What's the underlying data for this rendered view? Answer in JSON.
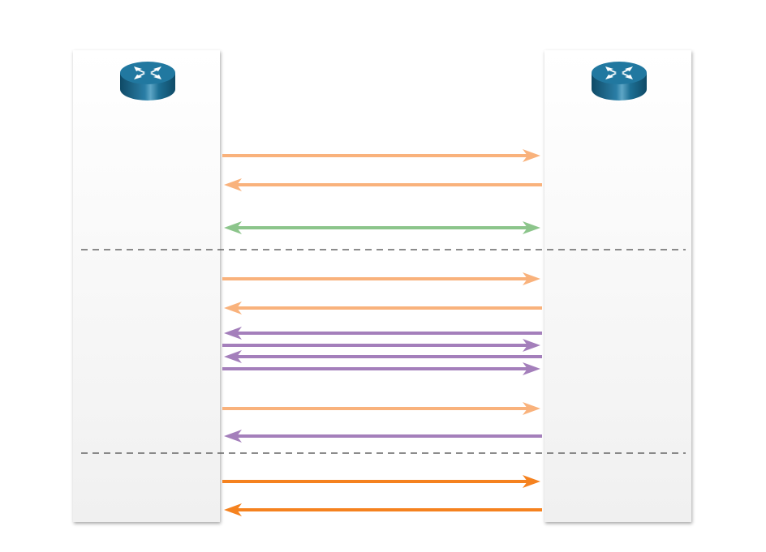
{
  "diagram": {
    "nodes": [
      {
        "id": "left",
        "type": "router",
        "icon": "router-icon"
      },
      {
        "id": "right",
        "type": "router",
        "icon": "router-icon"
      }
    ],
    "colors": {
      "light_orange": "#f9b27c",
      "green": "#8cc58b",
      "purple": "#a47fbb",
      "orange": "#f5821f",
      "separator": "#666666",
      "router_body": "#1d6f94"
    },
    "phases": [
      {
        "messages": [
          {
            "direction": "right",
            "color": "light_orange"
          },
          {
            "direction": "left",
            "color": "light_orange"
          },
          {
            "direction": "both",
            "color": "green"
          }
        ]
      },
      {
        "messages": [
          {
            "direction": "right",
            "color": "light_orange"
          },
          {
            "direction": "left",
            "color": "light_orange"
          },
          {
            "direction": "left",
            "color": "purple"
          },
          {
            "direction": "right",
            "color": "purple"
          },
          {
            "direction": "left",
            "color": "purple"
          },
          {
            "direction": "right",
            "color": "purple"
          },
          {
            "direction": "right",
            "color": "light_orange"
          },
          {
            "direction": "left",
            "color": "purple"
          }
        ]
      },
      {
        "messages": [
          {
            "direction": "right",
            "color": "orange"
          },
          {
            "direction": "left",
            "color": "orange"
          }
        ]
      }
    ]
  }
}
